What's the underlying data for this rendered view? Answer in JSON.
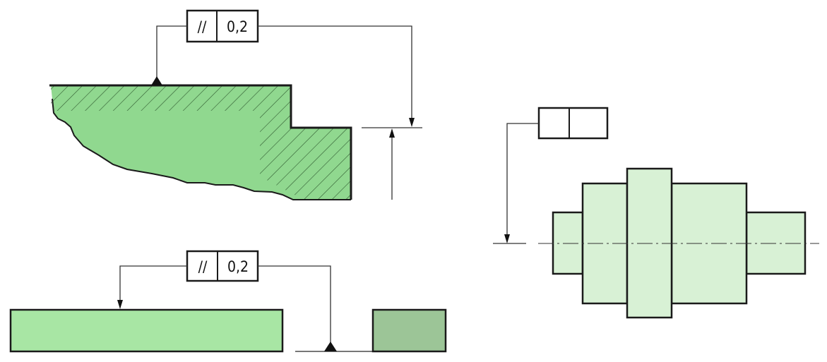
{
  "colors": {
    "hatched_part_fill": "#90d88f",
    "plate_fill": "#a8e6a4",
    "datum_block_fill": "#9cc597",
    "shaft_fill": "#d8f1d5",
    "line": "#1a1a1a"
  },
  "frames": [
    {
      "symbol": "//",
      "tolerance": "0,2",
      "name": "parallelism-frame-top"
    },
    {
      "symbol": "//",
      "tolerance": "0,2",
      "name": "parallelism-frame-bottom"
    },
    {
      "symbol": "",
      "tolerance": "",
      "name": "empty-frame-shaft"
    }
  ]
}
